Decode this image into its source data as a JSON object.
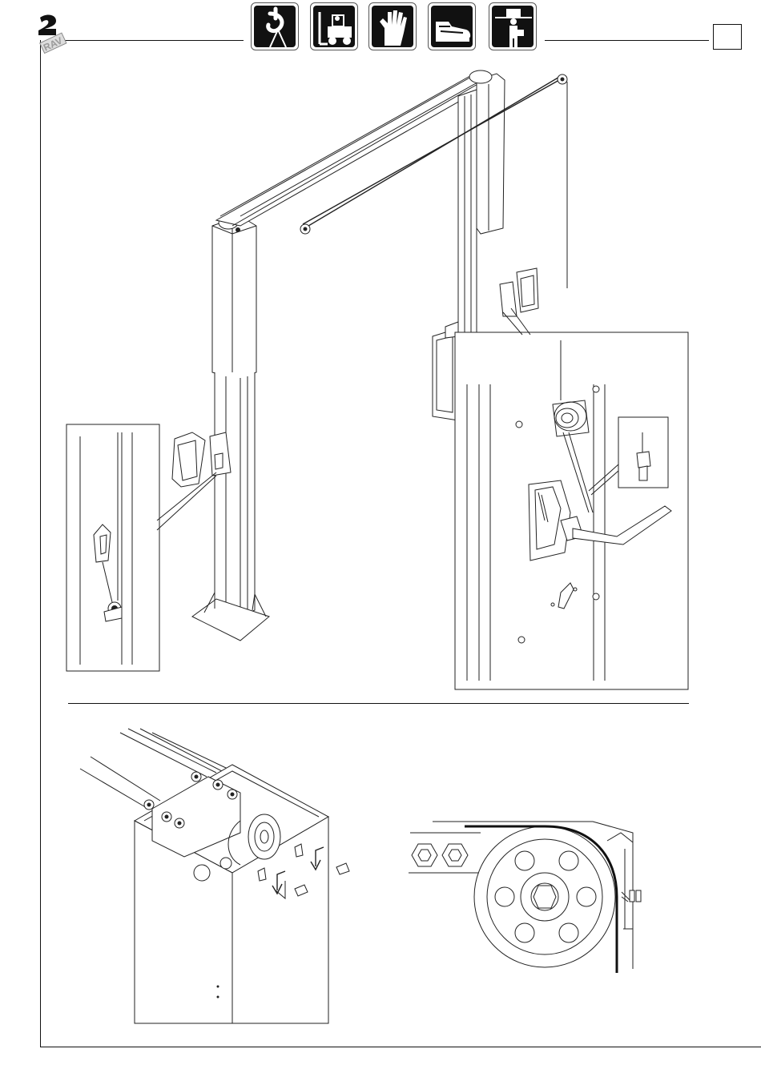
{
  "header": {
    "logo_name": "logo-mark",
    "safety_icons": [
      {
        "name": "crane-hook-icon"
      },
      {
        "name": "forklift-icon"
      },
      {
        "name": "safety-glove-icon"
      },
      {
        "name": "safety-shoe-icon"
      },
      {
        "name": "operator-load-icon"
      }
    ],
    "page_box_text": ""
  },
  "figures": [
    {
      "name": "lift-overview-figure"
    },
    {
      "name": "cable-detail-left-inset"
    },
    {
      "name": "cable-detail-right-inset"
    },
    {
      "name": "cable-clamp-detail-inset"
    },
    {
      "name": "column-top-pulley-figure"
    },
    {
      "name": "pulley-cable-closeup-figure"
    }
  ]
}
